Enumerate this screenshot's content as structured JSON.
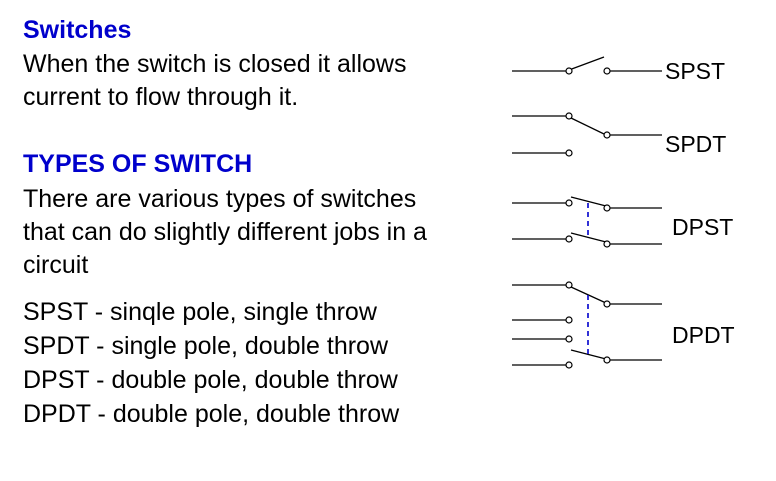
{
  "text": {
    "switches_heading": "Switches",
    "switches_body": [
      "When the switch is closed it allows",
      "current to flow through it."
    ],
    "types_heading": "TYPES OF SWITCH",
    "types_body": [
      "There are various types of switches",
      "that can do slightly different jobs in a",
      "circuit"
    ],
    "definitions": [
      "SPST - sinqle pole, single throw",
      "SPDT - single pole, double throw",
      "DPST - double pole, double throw",
      "DPDT - double pole, double throw"
    ]
  },
  "symbols": {
    "spst_label": "SPST",
    "spdt_label": "SPDT",
    "dpst_label": "DPST",
    "dpdt_label": "DPDT"
  },
  "colors": {
    "heading": "#0000cc",
    "mechanical_link": "#0000cc"
  }
}
